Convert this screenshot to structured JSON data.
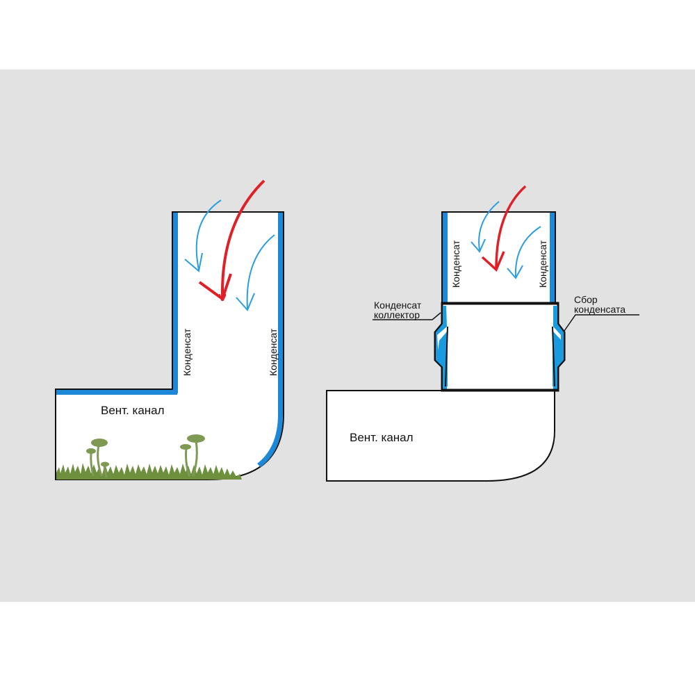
{
  "labels": {
    "left_condensate_inner": "Конденсат",
    "left_condensate_outer": "Конденсат",
    "left_channel": "Вент. канал",
    "right_condensate_left": "Конденсат",
    "right_condensate_right": "Конденсат",
    "right_collector_line1": "Конденсат",
    "right_collector_line2": "коллектор",
    "right_collection_line1": "Сбор",
    "right_collection_line2": "конденсата",
    "right_channel": "Вент. канал"
  },
  "colors": {
    "panel_bg": "#e3e2e3",
    "duct_fill": "#ffffff",
    "outline": "#111111",
    "condensate": "#1e88d8",
    "collector": "#1a9be0",
    "warm_air": "#e11f26",
    "cold_air": "#2a9ee0",
    "mold": "#7e9a52",
    "grass": "#6d8f3e"
  },
  "icons": {
    "warm_air": "red-arrow-icon",
    "cold_air": "blue-arrow-icon",
    "mold": "mushroom-icon",
    "grass": "grass-icon"
  }
}
